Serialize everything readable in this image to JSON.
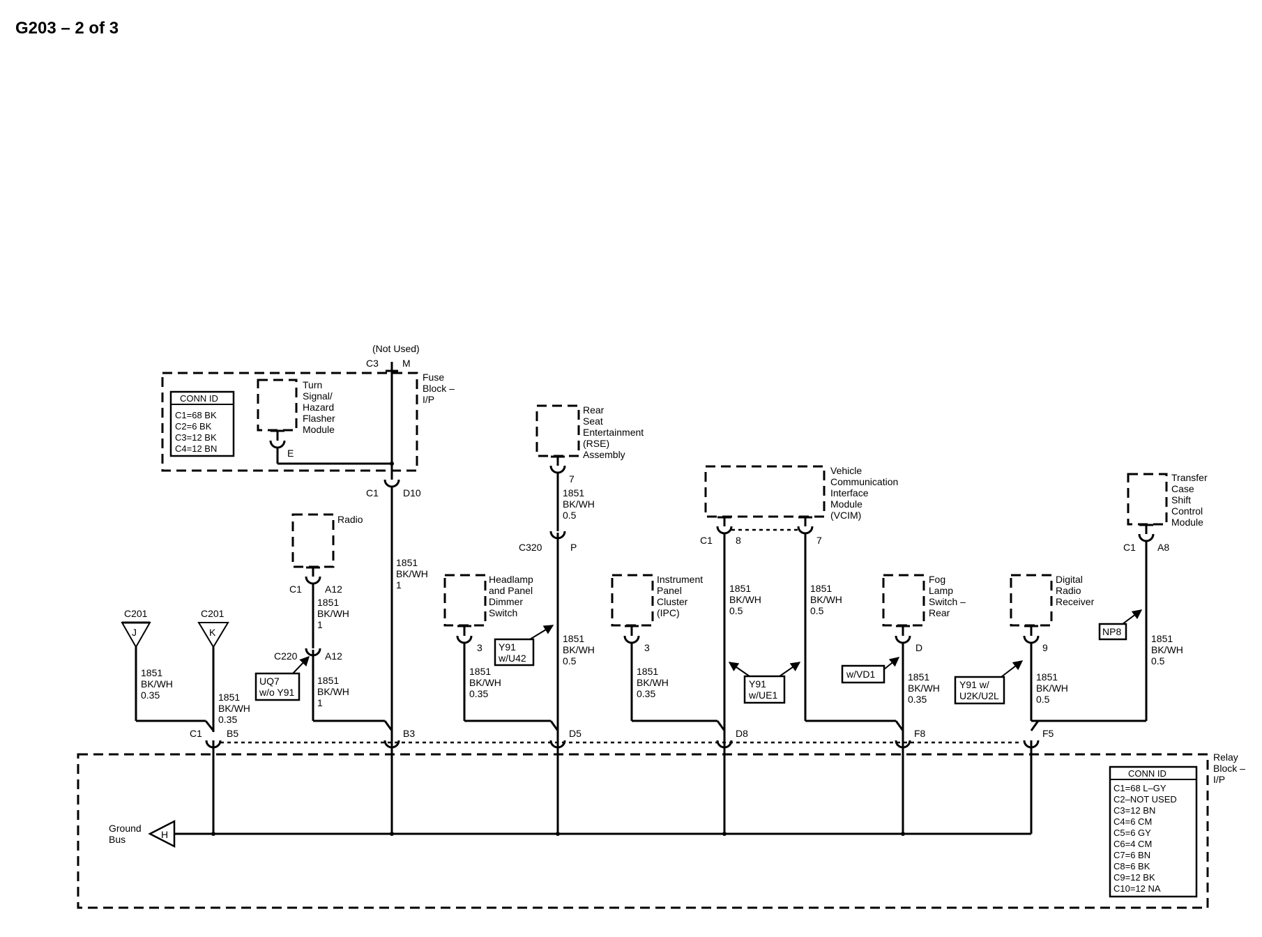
{
  "title": "G203 – 2 of 3",
  "fuse_block": {
    "name": [
      "Fuse",
      "Block –",
      "I/P"
    ],
    "not_used": "(Not Used)",
    "top_conn": "C3",
    "top_pin": "M",
    "bottom_conn": "C1",
    "bottom_pin": "D10",
    "conn_id": {
      "header": "CONN ID",
      "rows": [
        "C1=68 BK",
        "C2=6 BK",
        "C3=12 BK",
        "C4=12 BN"
      ]
    }
  },
  "turn_signal": {
    "name": [
      "Turn",
      "Signal/",
      "Hazard",
      "Flasher",
      "Module"
    ],
    "pin": "E"
  },
  "radio": {
    "name": "Radio",
    "conn": "C1",
    "pin": "A12"
  },
  "c220": {
    "conn": "C220",
    "pin": "A12"
  },
  "rse": {
    "name": [
      "Rear",
      "Seat",
      "Entertainment",
      "(RSE)",
      "Assembly"
    ],
    "pin": "7"
  },
  "c320": {
    "conn": "C320",
    "pin": "P"
  },
  "headlamp": {
    "name": [
      "Headlamp",
      "and Panel",
      "Dimmer",
      "Switch"
    ],
    "pin": "3"
  },
  "ipc": {
    "name": [
      "Instrument",
      "Panel",
      "Cluster",
      "(IPC)"
    ],
    "pin": "3"
  },
  "vcim": {
    "name": [
      "Vehicle",
      "Communication",
      "Interface",
      "Module",
      "(VCIM)"
    ],
    "conn": "C1",
    "pin_a": "8",
    "pin_b": "7"
  },
  "fog": {
    "name": [
      "Fog",
      "Lamp",
      "Switch –",
      "Rear"
    ],
    "pin": "D"
  },
  "drr": {
    "name": [
      "Digital",
      "Radio",
      "Receiver"
    ],
    "pin": "9"
  },
  "tcsc": {
    "name": [
      "Transfer",
      "Case",
      "Shift",
      "Control",
      "Module"
    ],
    "conn": "C1",
    "pin": "A8"
  },
  "c201": {
    "conn": "C201",
    "pin_j": "J",
    "pin_k": "K"
  },
  "wires": {
    "a": [
      "1851",
      "BK/WH",
      "0.35"
    ],
    "b": [
      "1851",
      "BK/WH",
      "0.35"
    ],
    "radio1": [
      "1851",
      "BK/WH",
      "1"
    ],
    "radio2": [
      "1851",
      "BK/WH",
      "1"
    ],
    "fuse": [
      "1851",
      "BK/WH",
      "1"
    ],
    "head": [
      "1851",
      "BK/WH",
      "0.35"
    ],
    "rse1": [
      "1851",
      "BK/WH",
      "0.5"
    ],
    "rse2": [
      "1851",
      "BK/WH",
      "0.5"
    ],
    "ipc": [
      "1851",
      "BK/WH",
      "0.35"
    ],
    "vcim8": [
      "1851",
      "BK/WH",
      "0.5"
    ],
    "vcim7": [
      "1851",
      "BK/WH",
      "0.5"
    ],
    "fog": [
      "1851",
      "BK/WH",
      "0.35"
    ],
    "drr": [
      "1851",
      "BK/WH",
      "0.5"
    ],
    "tcsc": [
      "1851",
      "BK/WH",
      "0.5"
    ]
  },
  "options": {
    "uq7": [
      "UQ7",
      "w/o Y91"
    ],
    "y91u42": [
      "Y91",
      "w/U42"
    ],
    "y91ue1": [
      "Y91",
      "w/UE1"
    ],
    "wvd1": "w/VD1",
    "y91u2k": [
      "Y91 w/",
      "U2K/U2L"
    ],
    "np8": "NP8"
  },
  "relay_block": {
    "name": [
      "Relay",
      "Block –",
      "I/P"
    ],
    "pins": {
      "c1": "C1",
      "b5": "B5",
      "b3": "B3",
      "d5": "D5",
      "d8": "D8",
      "f8": "F8",
      "f5": "F5"
    },
    "conn_id": {
      "header": "CONN ID",
      "rows": [
        "C1=68 L–GY",
        "C2–NOT USED",
        "C3=12 BN",
        "C4=6 CM",
        "C5=6 GY",
        "C6=4 CM",
        "C7=6 BN",
        "C8=6 BK",
        "C9=12 BK",
        "C10=12 NA"
      ]
    }
  },
  "ground_bus": {
    "name": [
      "Ground",
      "Bus"
    ],
    "pin": "H"
  }
}
